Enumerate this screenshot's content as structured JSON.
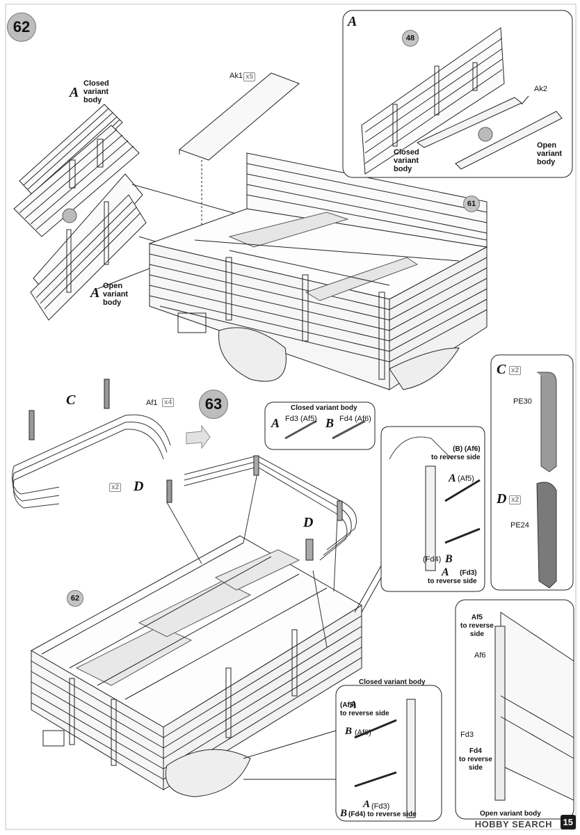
{
  "steps": {
    "s62": "62",
    "s63": "63"
  },
  "parts": {
    "p48": "48",
    "p61": "61",
    "p62": "62"
  },
  "labels": {
    "closed_body": "Closed\nvariant\nbody",
    "open_body": "Open\nvariant\nbody",
    "ak1": "Ak1",
    "ak1_qty": "5",
    "ak2": "Ak2",
    "af1": "Af1",
    "af1_qty": "4",
    "x2": "2",
    "closed_variant_body": "Closed variant  body",
    "open_variant_body": "Open variant  body",
    "fd3_af5": "Fd3 (Af5)",
    "fd4_af6": "Fd4 (Af6)",
    "b_af6_reverse": "(B) (Af6)\nto reverse side",
    "af5": "(Af5)",
    "fd4": "(Fd4)",
    "a_fd3_reverse": "(Fd3)\nto reverse side",
    "pe30": "PE30",
    "pe24": "PE24",
    "a_af5_reverse": "(Af5)\nto reverse side",
    "b_af6": "(Af6)",
    "a_fd3": "(Fd3)",
    "b_fd4_reverse": "(Fd4) to reverse side",
    "af5_reverse_side": "Af5\nto reverse\nside",
    "af6": "Af6",
    "fd3": "Fd3",
    "fd4_reverse": "Fd4\nto reverse\nside"
  },
  "letters": {
    "A": "A",
    "B": "B",
    "C": "C",
    "D": "D"
  },
  "page": {
    "number": "15",
    "watermark": "HOBBY SEARCH"
  }
}
